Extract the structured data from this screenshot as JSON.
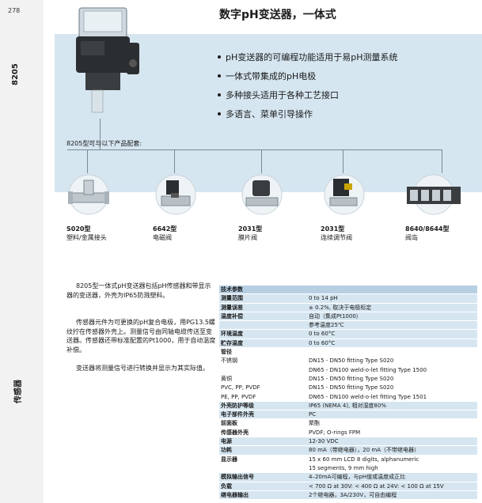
{
  "page_number": "278",
  "sidebar": {
    "code": "8205",
    "category": "传感器"
  },
  "title": "数字pH变送器，一体式",
  "bullets": [
    "pH变送器的可编程功能适用于易pH测量系统",
    "一体式带集成的pH电极",
    "多种接头适用于各种工艺接口",
    "多语言、菜单引导操作"
  ],
  "compat_label": "8205型可与以下产品配套:",
  "products": [
    {
      "code": "S020型",
      "name": "塑料/金属接头",
      "icon": "tee-fitting-icon"
    },
    {
      "code": "6642型",
      "name": "电磁阀",
      "icon": "solenoid-valve-icon"
    },
    {
      "code": "2031型",
      "name": "膜片阀",
      "icon": "diaphragm-valve-icon"
    },
    {
      "code": "2031型",
      "name": "连续调节阀",
      "icon": "control-valve-icon"
    },
    {
      "code": "8640/8644型",
      "name": "阀岛",
      "icon": "valve-island-icon"
    }
  ],
  "paragraphs": [
    "8205型一体式pH变送器包括pH传感器和带显示器的变送器，外壳为IP65防溅塑料。",
    "传感器元件为可更换的pH复合电极，用PG13.5螺纹拧在传感器外壳上。测量信号由同轴电缆传送至变送器。传感器还带标准配置的Pt1000，用于自动温度补偿。",
    "变送器将测量信号进行转换并显示为其实际值。"
  ],
  "spec_table": [
    {
      "k": "技术参数",
      "v": "",
      "style": "head"
    },
    {
      "k": "测量范围",
      "v": "0 to 14 pH",
      "style": "shade"
    },
    {
      "k": "测量误差",
      "v": "± 0.2%, 取决于电极标定",
      "style": "shade"
    },
    {
      "k": "温度补偿",
      "v": "自动（集成Pt1000）",
      "style": "shade"
    },
    {
      "k": "",
      "v": "参考温度25℃",
      "style": "shade"
    },
    {
      "k": "环境温度",
      "v": "0 to 60°C",
      "style": "shade"
    },
    {
      "k": "贮存温度",
      "v": "0 to 60°C",
      "style": "shade"
    },
    {
      "k": "管径",
      "v": "",
      "style": "white"
    },
    {
      "k": "不锈钢",
      "v": "DN15 - DN50 fitting Type S020",
      "style": "plain"
    },
    {
      "k": "",
      "v": "DN65 - DN100 weld-o-let fitting Type 1500",
      "style": "plain"
    },
    {
      "k": "黄铜",
      "v": "DN15 - DN50 fitting Type S020",
      "style": "plain"
    },
    {
      "k": "PVC, PP, PVDF",
      "v": "DN15 - DN50 fitting Type S020",
      "style": "plain"
    },
    {
      "k": "PE, PP, PVDF",
      "v": "DN65 - DN100 weld-o-let fitting Type 1501",
      "style": "plain"
    },
    {
      "k": "外壳防护等级",
      "v": "IP65 (NEMA 4), 相对湿度80%",
      "style": "shade"
    },
    {
      "k": "电子部件外壳",
      "v": "PC",
      "style": "shade"
    },
    {
      "k": "前面板",
      "v": "聚酯",
      "style": "white"
    },
    {
      "k": "传感器外壳",
      "v": "PVDF; O-rings FPM",
      "style": "white"
    },
    {
      "k": "电源",
      "v": "12-30 VDC",
      "style": "shade"
    },
    {
      "k": "功耗",
      "v": "80 mA（带继电器），20 mA（不带继电器）",
      "style": "shade"
    },
    {
      "k": "显示器",
      "v": "15 x 60 mm LCD 8 digits, alphanumeric",
      "style": "white"
    },
    {
      "k": "",
      "v": "15 segments, 9 mm high",
      "style": "white"
    },
    {
      "k": "模拟输出信号",
      "v": "4–20mA可编程，与pH值或温度成正比",
      "style": "shade"
    },
    {
      "k": "负载",
      "v": "< 700 Ω at 30V: < 400 Ω at 24V: < 100 Ω at 15V",
      "style": "shade"
    },
    {
      "k": "继电器输出",
      "v": "2个继电器，3A/230V，可自由编程",
      "style": "shade"
    }
  ],
  "colors": {
    "band": "#d6e6f1",
    "table_head": "#b7cfe2",
    "sidebar": "#f2f2f2"
  }
}
